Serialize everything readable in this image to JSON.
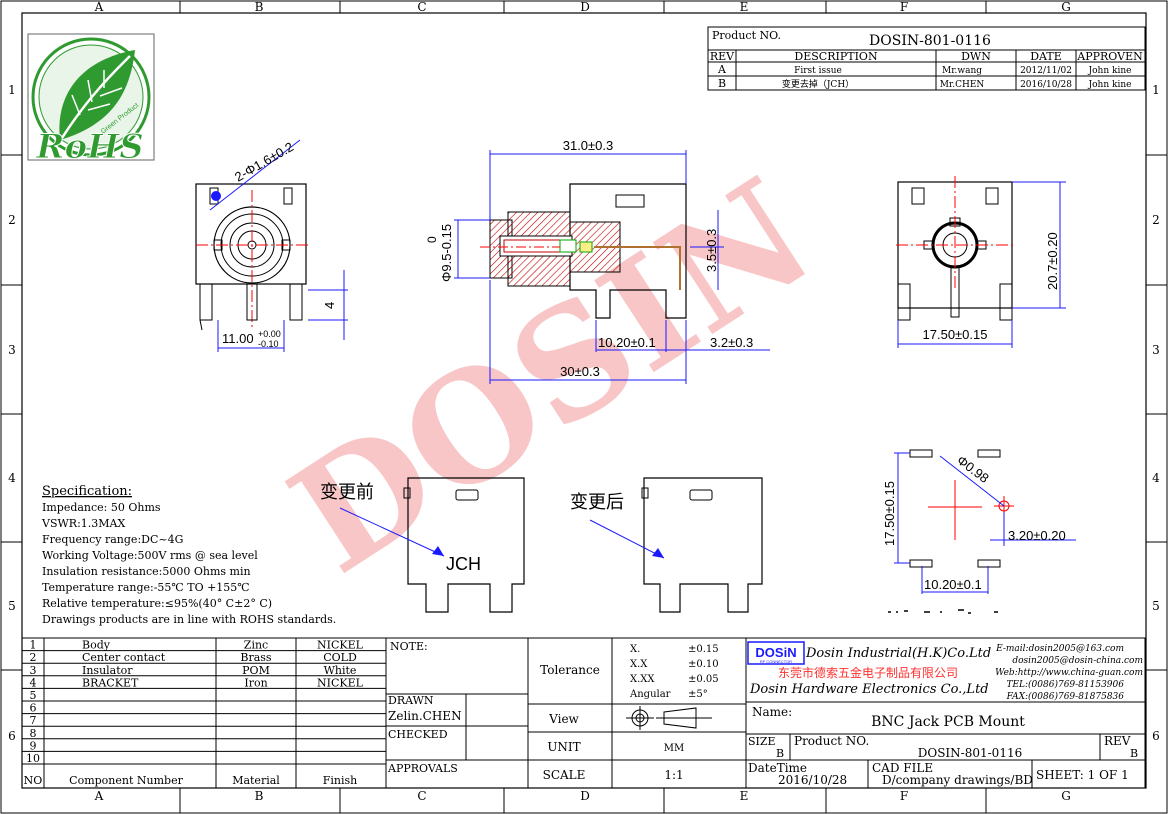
{
  "grid": {
    "cols": [
      "A",
      "B",
      "C",
      "D",
      "E",
      "F",
      "G"
    ],
    "rows": [
      "1",
      "2",
      "3",
      "4",
      "5",
      "6"
    ]
  },
  "logo": {
    "arc_text": "Green Product",
    "mark": "RoHS"
  },
  "header": {
    "product_no_label": "Product NO.",
    "product_no": "DOSIN-801-0116",
    "rev_cols": [
      "REV",
      "DESCRIPTION",
      "DWN",
      "DATE",
      "APPROVEN"
    ],
    "revisions": [
      {
        "rev": "A",
        "desc": "First issue",
        "dwn": "Mr.wang",
        "date": "2012/11/02",
        "appr": "John kine"
      },
      {
        "rev": "B",
        "desc": "变更去掉（JCH）",
        "dwn": "Mr.CHEN",
        "date": "2016/10/28",
        "appr": "John kine"
      }
    ]
  },
  "dims": {
    "hole": "2-Φ1.6±0.2",
    "width11": "11.00",
    "tol_plus": "+0.00",
    "tol_minus": "-0.10",
    "four": "4",
    "len31": "31.0±0.3",
    "dia_zero": "0",
    "dia95": "Φ9.5-0.15",
    "h35": "3.5±0.3",
    "d1020": "10.20±0.1",
    "d32": "3.2±0.3",
    "len30": "30±0.3",
    "w1750": "17.50±0.15",
    "h207": "20.7±0.20",
    "phi098": "Φ0.98",
    "v1750": "17.50±0.15",
    "d320": "3.20±0.20",
    "b1020": "10.20±0.1"
  },
  "watermark": "DOSIN",
  "spec": {
    "title": "Specification:",
    "lines": [
      "Impedance: 50 Ohms",
      "VSWR:1.3MAX",
      "Frequency range:DC~4G",
      "Working Voltage:500V rms @ sea level",
      "Insulation resistance:5000 Ohms min",
      "Temperature range:-55℃ TO +155℃",
      "Relative temperature:≤95%(40° C±2° C)",
      "Drawings products are in line with ROHS standards."
    ]
  },
  "change": {
    "before": "变更前",
    "after": "变更后",
    "mark": "JCH"
  },
  "bom": {
    "rows": [
      {
        "no": "1",
        "name": "Body",
        "mat": "Zinc",
        "fin": "NICKEL"
      },
      {
        "no": "2",
        "name": "Center contact",
        "mat": "Brass",
        "fin": "COLD"
      },
      {
        "no": "3",
        "name": "Insulator",
        "mat": "POM",
        "fin": "White"
      },
      {
        "no": "4",
        "name": "BRACKET",
        "mat": "Iron",
        "fin": "NICKEL"
      },
      {
        "no": "5",
        "name": "",
        "mat": "",
        "fin": ""
      },
      {
        "no": "6",
        "name": "",
        "mat": "",
        "fin": ""
      },
      {
        "no": "7",
        "name": "",
        "mat": "",
        "fin": ""
      },
      {
        "no": "8",
        "name": "",
        "mat": "",
        "fin": ""
      },
      {
        "no": "9",
        "name": "",
        "mat": "",
        "fin": ""
      },
      {
        "no": "10",
        "name": "",
        "mat": "",
        "fin": ""
      }
    ],
    "head": {
      "no": "NO",
      "name": "Component Number",
      "mat": "Material",
      "fin": "Finish"
    }
  },
  "notes": {
    "note": "NOTE:",
    "drawn": "DRAWN",
    "drawn_by": "Zelin.CHEN",
    "checked": "CHECKED",
    "approvals": "APPROVALS"
  },
  "tolerance": {
    "label": "Tolerance",
    "rows": [
      {
        "k": "X.",
        "v": "±0.15"
      },
      {
        "k": "X.X",
        "v": "±0.10"
      },
      {
        "k": "X.XX",
        "v": "±0.05"
      },
      {
        "k": "Angular",
        "v": "±5°"
      }
    ],
    "view": "View",
    "unit": "UNIT",
    "unit_val": "MM",
    "scale": "SCALE",
    "scale_val": "1:1"
  },
  "company": {
    "logo_text": "DOSiN",
    "logo_sub": "RF CONNECTOR",
    "name_en": "Dosin Industrial(H.K)Co.Ltd",
    "name_cn": "东莞市德索五金电子制品有限公司",
    "name_en2": "Dosin Hardware Electronics Co.,Ltd",
    "email1": "E-mail:dosin2005@163.com",
    "email2": "dosin2005@dosin-china.com",
    "web": "Web:http://www.china-guan.com",
    "tel": "TEL:(0086)769-81153906",
    "fax": "FAX:(0086)769-81875836"
  },
  "titleblock": {
    "name_label": "Name:",
    "name": "BNC Jack PCB Mount",
    "size_label": "SIZE",
    "size": "B",
    "pno_label": "Product NO.",
    "pno": "DOSIN-801-0116",
    "rev_label": "REV",
    "rev": "B",
    "datetime_label": "DateTime",
    "datetime": "2016/10/28",
    "cad_label": "CAD FILE",
    "cad": "D/company drawings/BD",
    "sheet": "SHEET: 1 OF 1"
  },
  "colors": {
    "dim": "#1a1aff",
    "center": "#ff0000",
    "watermark": "#f6b4b4",
    "green": "#2f9a2f",
    "hatch": "#c00000"
  }
}
